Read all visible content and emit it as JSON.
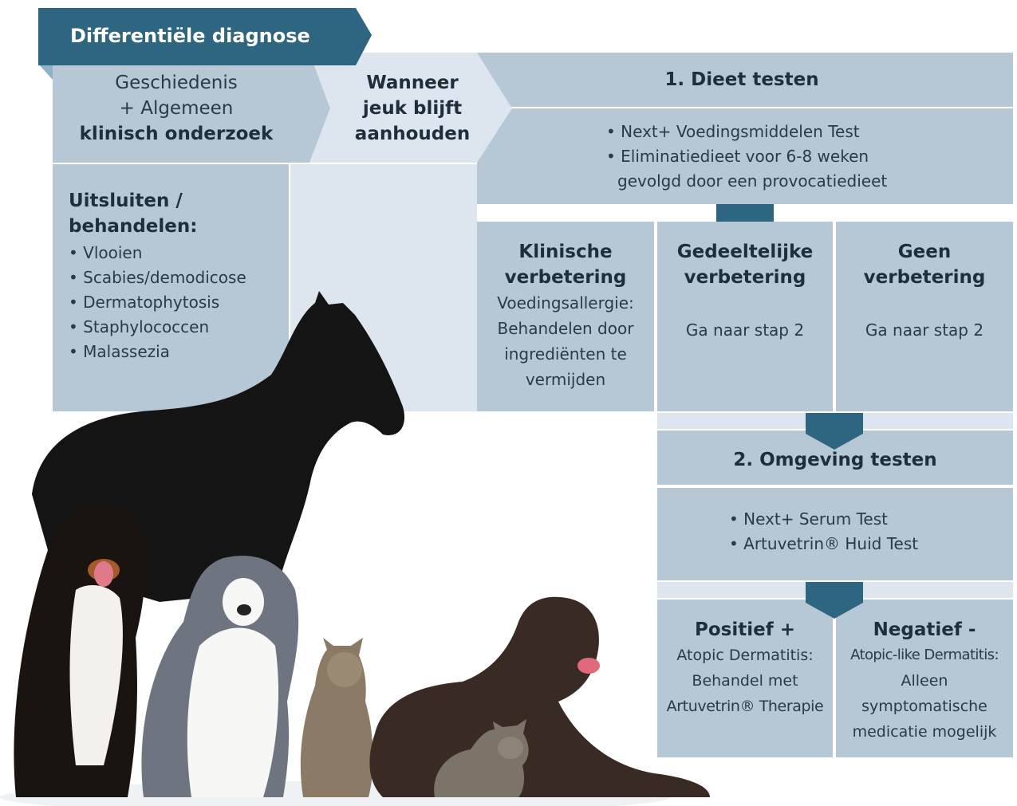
{
  "banner": {
    "title": "Differentiële diagnose"
  },
  "step_history": {
    "line1": "Geschiedenis",
    "line2": "+ Algemeen",
    "line3": "klinisch onderzoek"
  },
  "step_persist": {
    "line1": "Wanneer",
    "line2": "jeuk blijft",
    "line3": "aanhouden"
  },
  "exclude": {
    "title_line1": "Uitsluiten /",
    "title_line2": "behandelen:",
    "items": [
      "Vlooien",
      "Scabies/demodicose",
      "Dermatophytosis",
      "Staphylococcen",
      "Malassezia"
    ]
  },
  "diet": {
    "title": "1. Dieet testen",
    "item1": "Next+ Voedingsmiddelen Test",
    "item2_line1": "Eliminatiedieet voor 6-8 weken",
    "item2_line2": "gevolgd door een provocatiedieet"
  },
  "clinical": {
    "title_line1": "Klinische",
    "title_line2": "verbetering",
    "text_line1": "Voedingsallergie:",
    "text_line2": "Behandelen door",
    "text_line3": "ingrediënten te",
    "text_line4": "vermijden"
  },
  "partial": {
    "title_line1": "Gedeeltelijke",
    "title_line2": "verbetering",
    "text": "Ga naar stap 2"
  },
  "none": {
    "title_line1": "Geen",
    "title_line2": "verbetering",
    "text": "Ga naar stap 2"
  },
  "env": {
    "title": "2. Omgeving testen",
    "item1": "Next+ Serum Test",
    "item2": "Artuvetrin® Huid Test"
  },
  "positive": {
    "title": "Positief +",
    "text_line1": "Atopic Dermatitis:",
    "text_line2": "Behandel met",
    "text_line3": "Artuvetrin® Therapie"
  },
  "negative": {
    "title": "Negatief -",
    "text_line1": "Atopic-like Dermatitis:",
    "text_line2": "Alleen",
    "text_line3": "symptomatische",
    "text_line4": "medicatie mogelijk"
  },
  "colors": {
    "dark": "#2e6580",
    "medium": "#b6c8d6",
    "light": "#dde6ee",
    "text": "#1e2f3b"
  }
}
